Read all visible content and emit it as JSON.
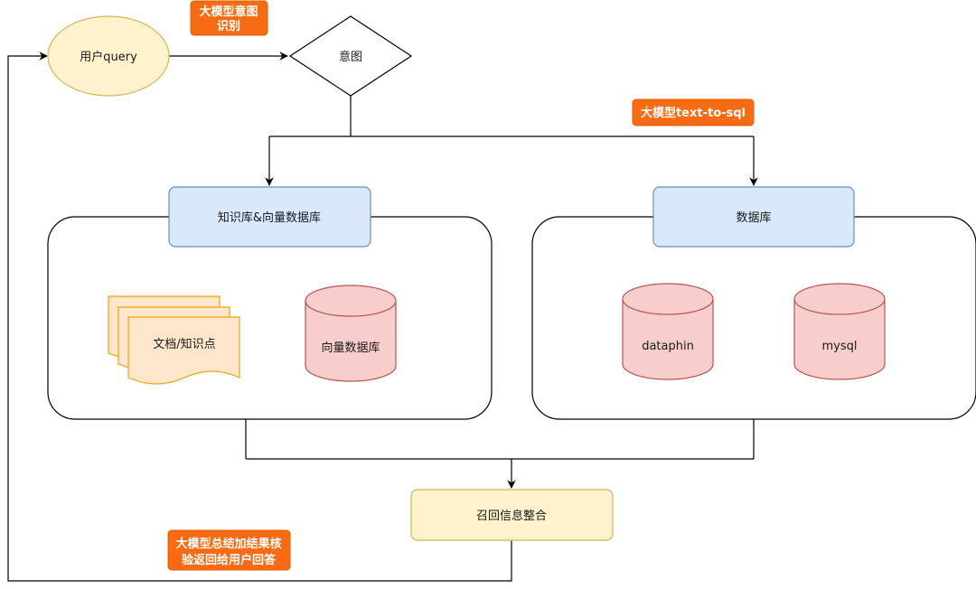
{
  "nodes": {
    "user_query": "用户query",
    "intent": "意图",
    "kb_header": "知识库&向量数据库",
    "doc_knowledge": "文档/知识点",
    "vector_db": "向量数据库",
    "db_header": "数据库",
    "dataphin": "dataphin",
    "mysql": "mysql",
    "recall_merge": "召回信息整合"
  },
  "tags": {
    "intent_recognition": [
      "大模型意图",
      "识别"
    ],
    "text_to_sql": "大模型text-to-sql",
    "summarize": [
      "大模型总结加结果核",
      "验返回给用户回答"
    ]
  },
  "colors": {
    "tag_fill": "#f96b12",
    "tag_stroke": "#e06000",
    "user_fill": "#fff2cc",
    "user_stroke": "#d6b656",
    "blue_fill": "#dae8fc",
    "blue_stroke": "#6c8ebf",
    "red_fill": "#f8cecc",
    "red_stroke": "#b85450",
    "doc_fill": "#ffe6cc",
    "doc_stroke": "#f0a30a"
  }
}
